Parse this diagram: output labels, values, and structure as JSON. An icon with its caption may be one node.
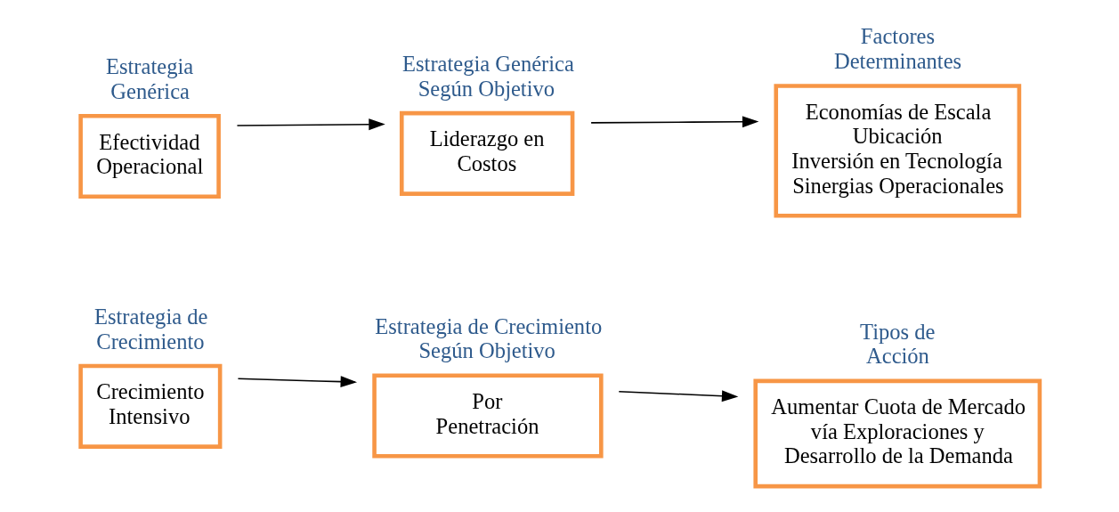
{
  "diagram": {
    "nodes": [
      {
        "text": [
          "Estrategia Genérica",
          "Efectividad Operacional"
        ]
      },
      {
        "text": [
          "Estrategia Genérica Según Objetivo",
          "Liderazgo en Costos"
        ]
      },
      {
        "text": [
          "Factores Determinantes",
          "Economías de Escala",
          "Ubicación",
          "Inversión en Tecnología",
          "Sinergias Operacionales"
        ]
      },
      {
        "text": [
          "Estrategia de Crecimiento",
          "Crecimiento Intensivo"
        ]
      },
      {
        "text": [
          "Estrategia de Crecimiento Según Objetivo",
          "Por Penetración"
        ]
      },
      {
        "text": [
          "Tipos de Acción",
          "Aumentar Cuota de Mercado vía Exploraciones y Desarrollo de la Demanda"
        ]
      }
    ],
    "edges": [
      {
        "from": 0,
        "to": 1,
        "arrow": "to"
      },
      {
        "from": 1,
        "to": 2,
        "arrow": "to"
      },
      {
        "from": 3,
        "to": 4,
        "arrow": "to"
      },
      {
        "from": 4,
        "to": 5,
        "arrow": "to"
      }
    ]
  }
}
